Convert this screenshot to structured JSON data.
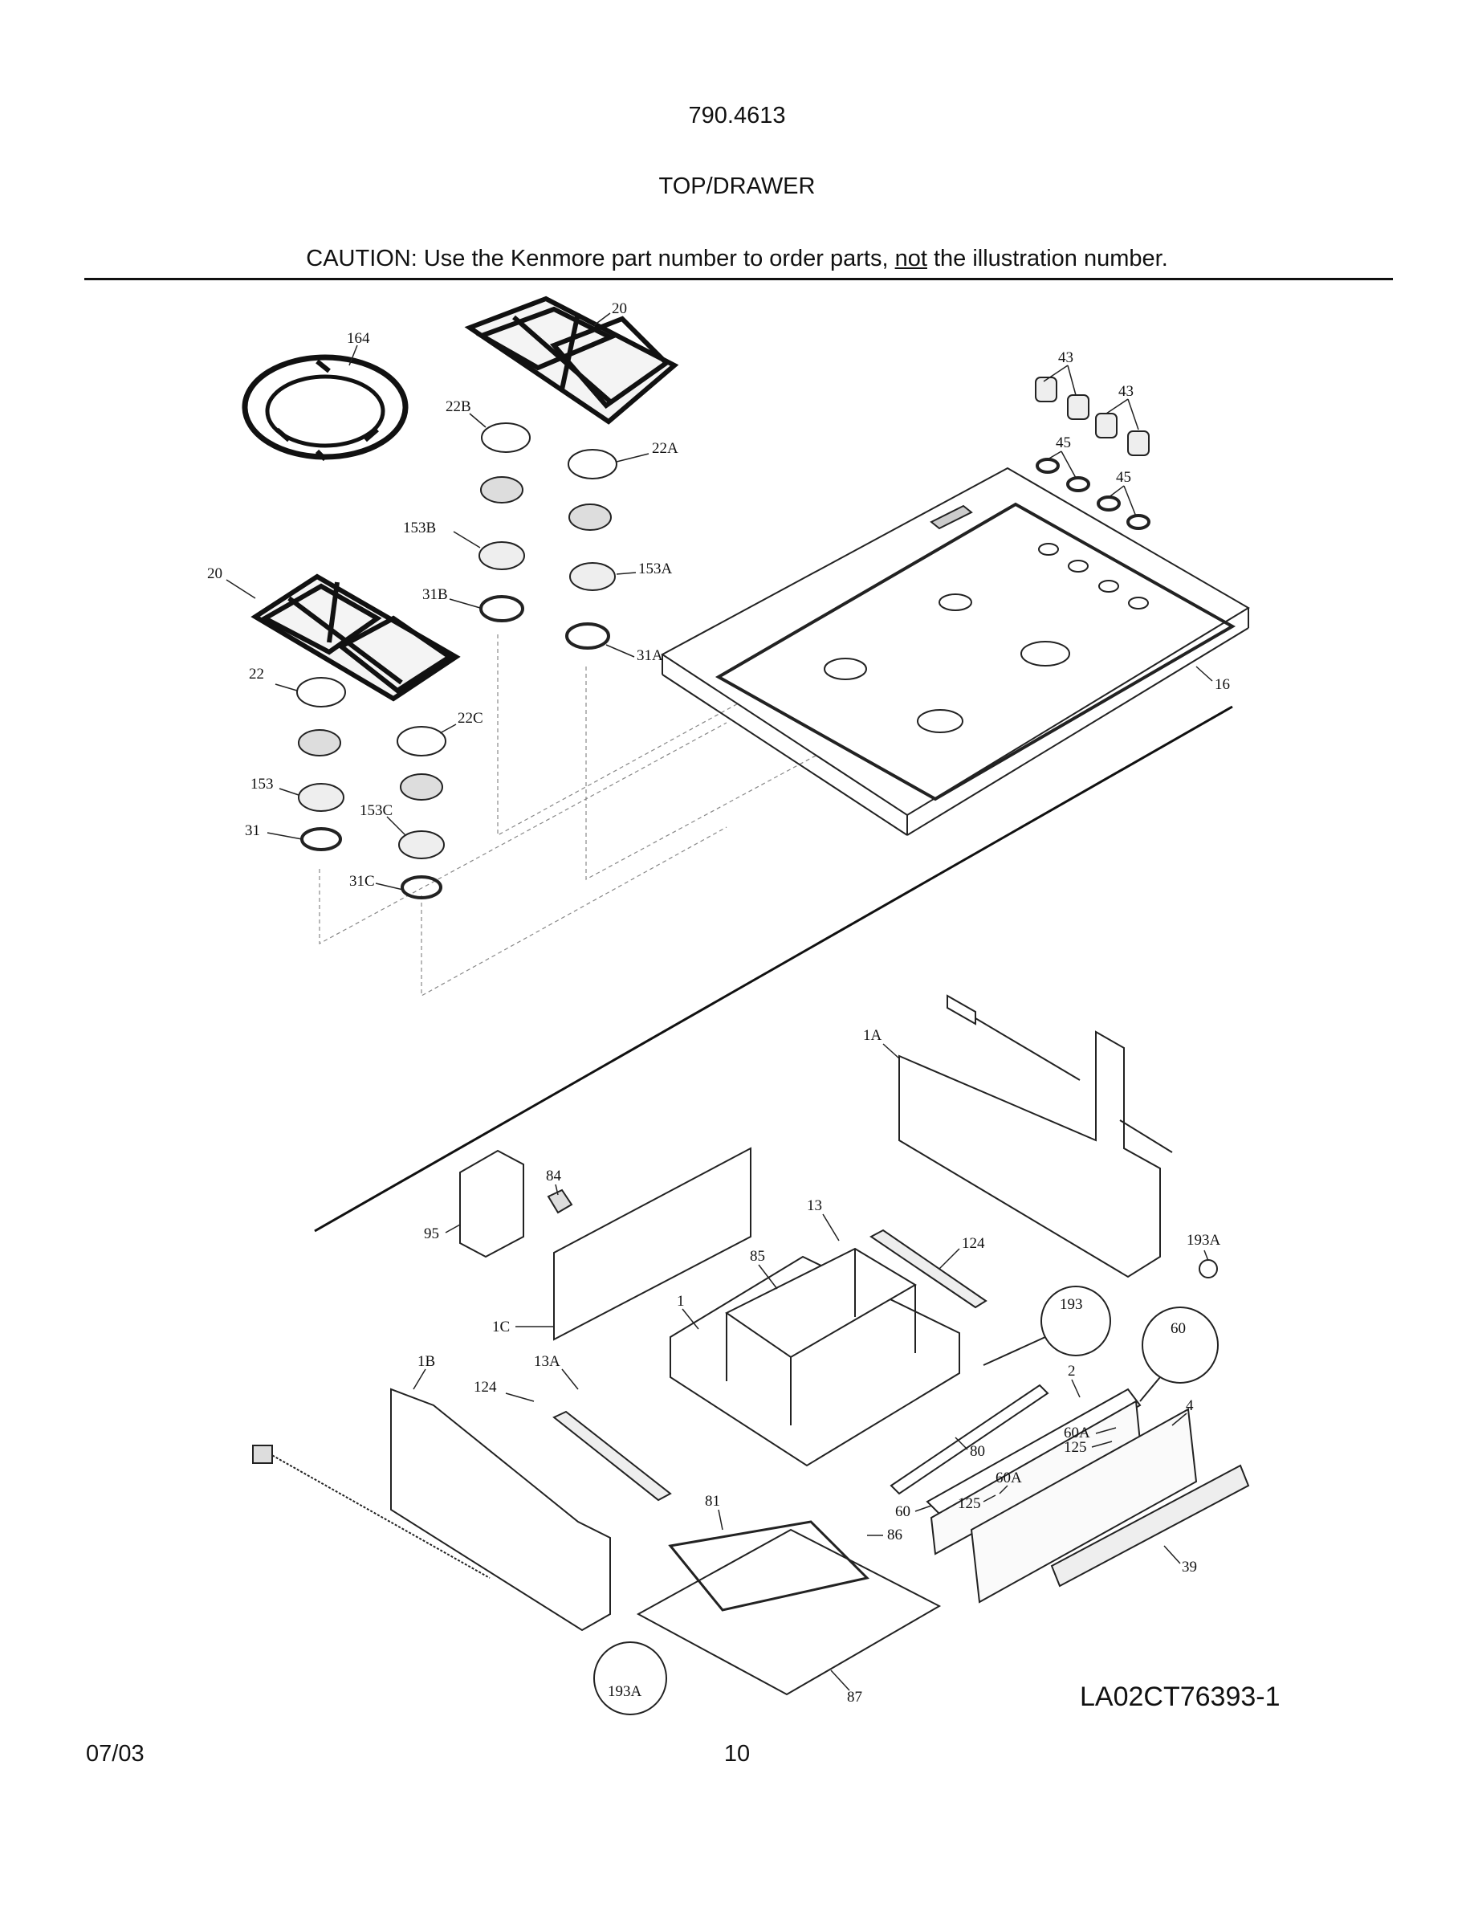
{
  "header": {
    "model": "790.4613",
    "section": "TOP/DRAWER",
    "caution_pre": "CAUTION: Use the Kenmore part number to order parts, ",
    "caution_em": "not",
    "caution_post": " the illustration number."
  },
  "callouts": {
    "c164": "164",
    "c20a": "20",
    "c20b": "20",
    "c22B": "22B",
    "c22A": "22A",
    "c153B": "153B",
    "c153A": "153A",
    "c31B": "31B",
    "c31A": "31A",
    "c22": "22",
    "c22C": "22C",
    "c153": "153",
    "c153C": "153C",
    "c31": "31",
    "c31C": "31C",
    "c43a": "43",
    "c43b": "43",
    "c45a": "45",
    "c45b": "45",
    "c16": "16",
    "c1A": "1A",
    "c84": "84",
    "c95": "95",
    "c13": "13",
    "c124a": "124",
    "c85": "85",
    "c193A": "193A",
    "c193": "193",
    "c60": "60",
    "c1": "1",
    "c1C": "1C",
    "c1B": "1B",
    "c13A": "13A",
    "c124b": "124",
    "c2": "2",
    "c4": "4",
    "c60A1": "60A",
    "c125a": "125",
    "c80": "80",
    "c60A2": "60A",
    "c60b": "60",
    "c125b": "125",
    "c81": "81",
    "c86": "86",
    "c39": "39",
    "c193Ab": "193A",
    "c87": "87"
  },
  "footer": {
    "figure_id": "LA02CT76393-1",
    "date": "07/03",
    "page": "10"
  }
}
